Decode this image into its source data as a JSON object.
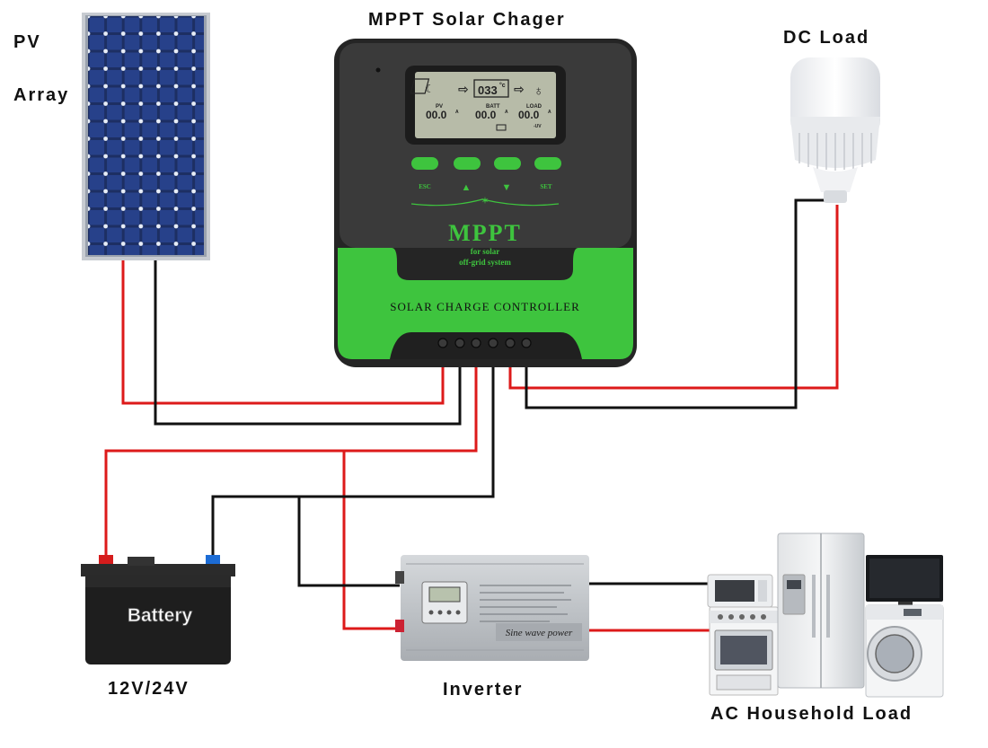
{
  "labels": {
    "pv_line1": "PV",
    "pv_line2": "Array",
    "controller_title": "MPPT Solar Chager",
    "dc_load": "DC Load",
    "battery_voltage": "12V/24V",
    "inverter": "Inverter",
    "ac_load": "AC Household Load"
  },
  "controller": {
    "brand": "MPPT",
    "tagline_1": "for solar",
    "tagline_2": "off-grid system",
    "band_text": "SOLAR CHARGE CONTROLLER",
    "buttons": [
      "ESC",
      "▲",
      "▼",
      "SET"
    ],
    "lcd": {
      "top_value": "033",
      "top_unit": "°c",
      "pv_label": "PV",
      "batt_label": "BATT",
      "load_label": "LOAD",
      "pv_value": "00.0",
      "batt_value": "00.0",
      "load_value": "00.0",
      "amp_unit": "A",
      "volt_note": "-UV"
    }
  },
  "battery": {
    "label": "Battery"
  },
  "inverter_device": {
    "label": "Sine wave power"
  },
  "colors": {
    "positive_wire": "#dd1a1a",
    "negative_wire": "#111111",
    "controller_green": "#3ec43e"
  }
}
